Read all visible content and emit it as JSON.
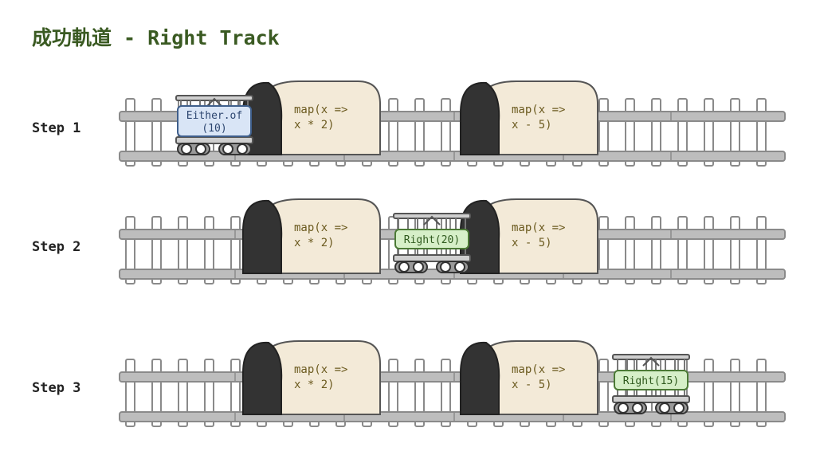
{
  "title": "成功軌道 - Right Track",
  "tunnel_labels": {
    "first": [
      "map(x =>",
      "x * 2)"
    ],
    "second": [
      "map(x =>",
      "x - 5)"
    ]
  },
  "steps": [
    {
      "label": "Step 1",
      "cart_text": [
        "Either.of",
        "(10)"
      ],
      "cart_kind": "either"
    },
    {
      "label": "Step 2",
      "cart_text": [
        "Right(20)"
      ],
      "cart_kind": "right"
    },
    {
      "label": "Step 3",
      "cart_text": [
        "Right(15)"
      ],
      "cart_kind": "right"
    }
  ],
  "colors": {
    "title": "#3a5a22",
    "rail": "#bdbdbd",
    "rail_stroke": "#8a8a8a",
    "tunnel_fill": "#f3ead8",
    "tunnel_mouth": "#333333",
    "either_fill": "#d9e5f6",
    "either_stroke": "#3f5f8c",
    "right_fill": "#d6efc8",
    "right_stroke": "#4c7a36"
  }
}
